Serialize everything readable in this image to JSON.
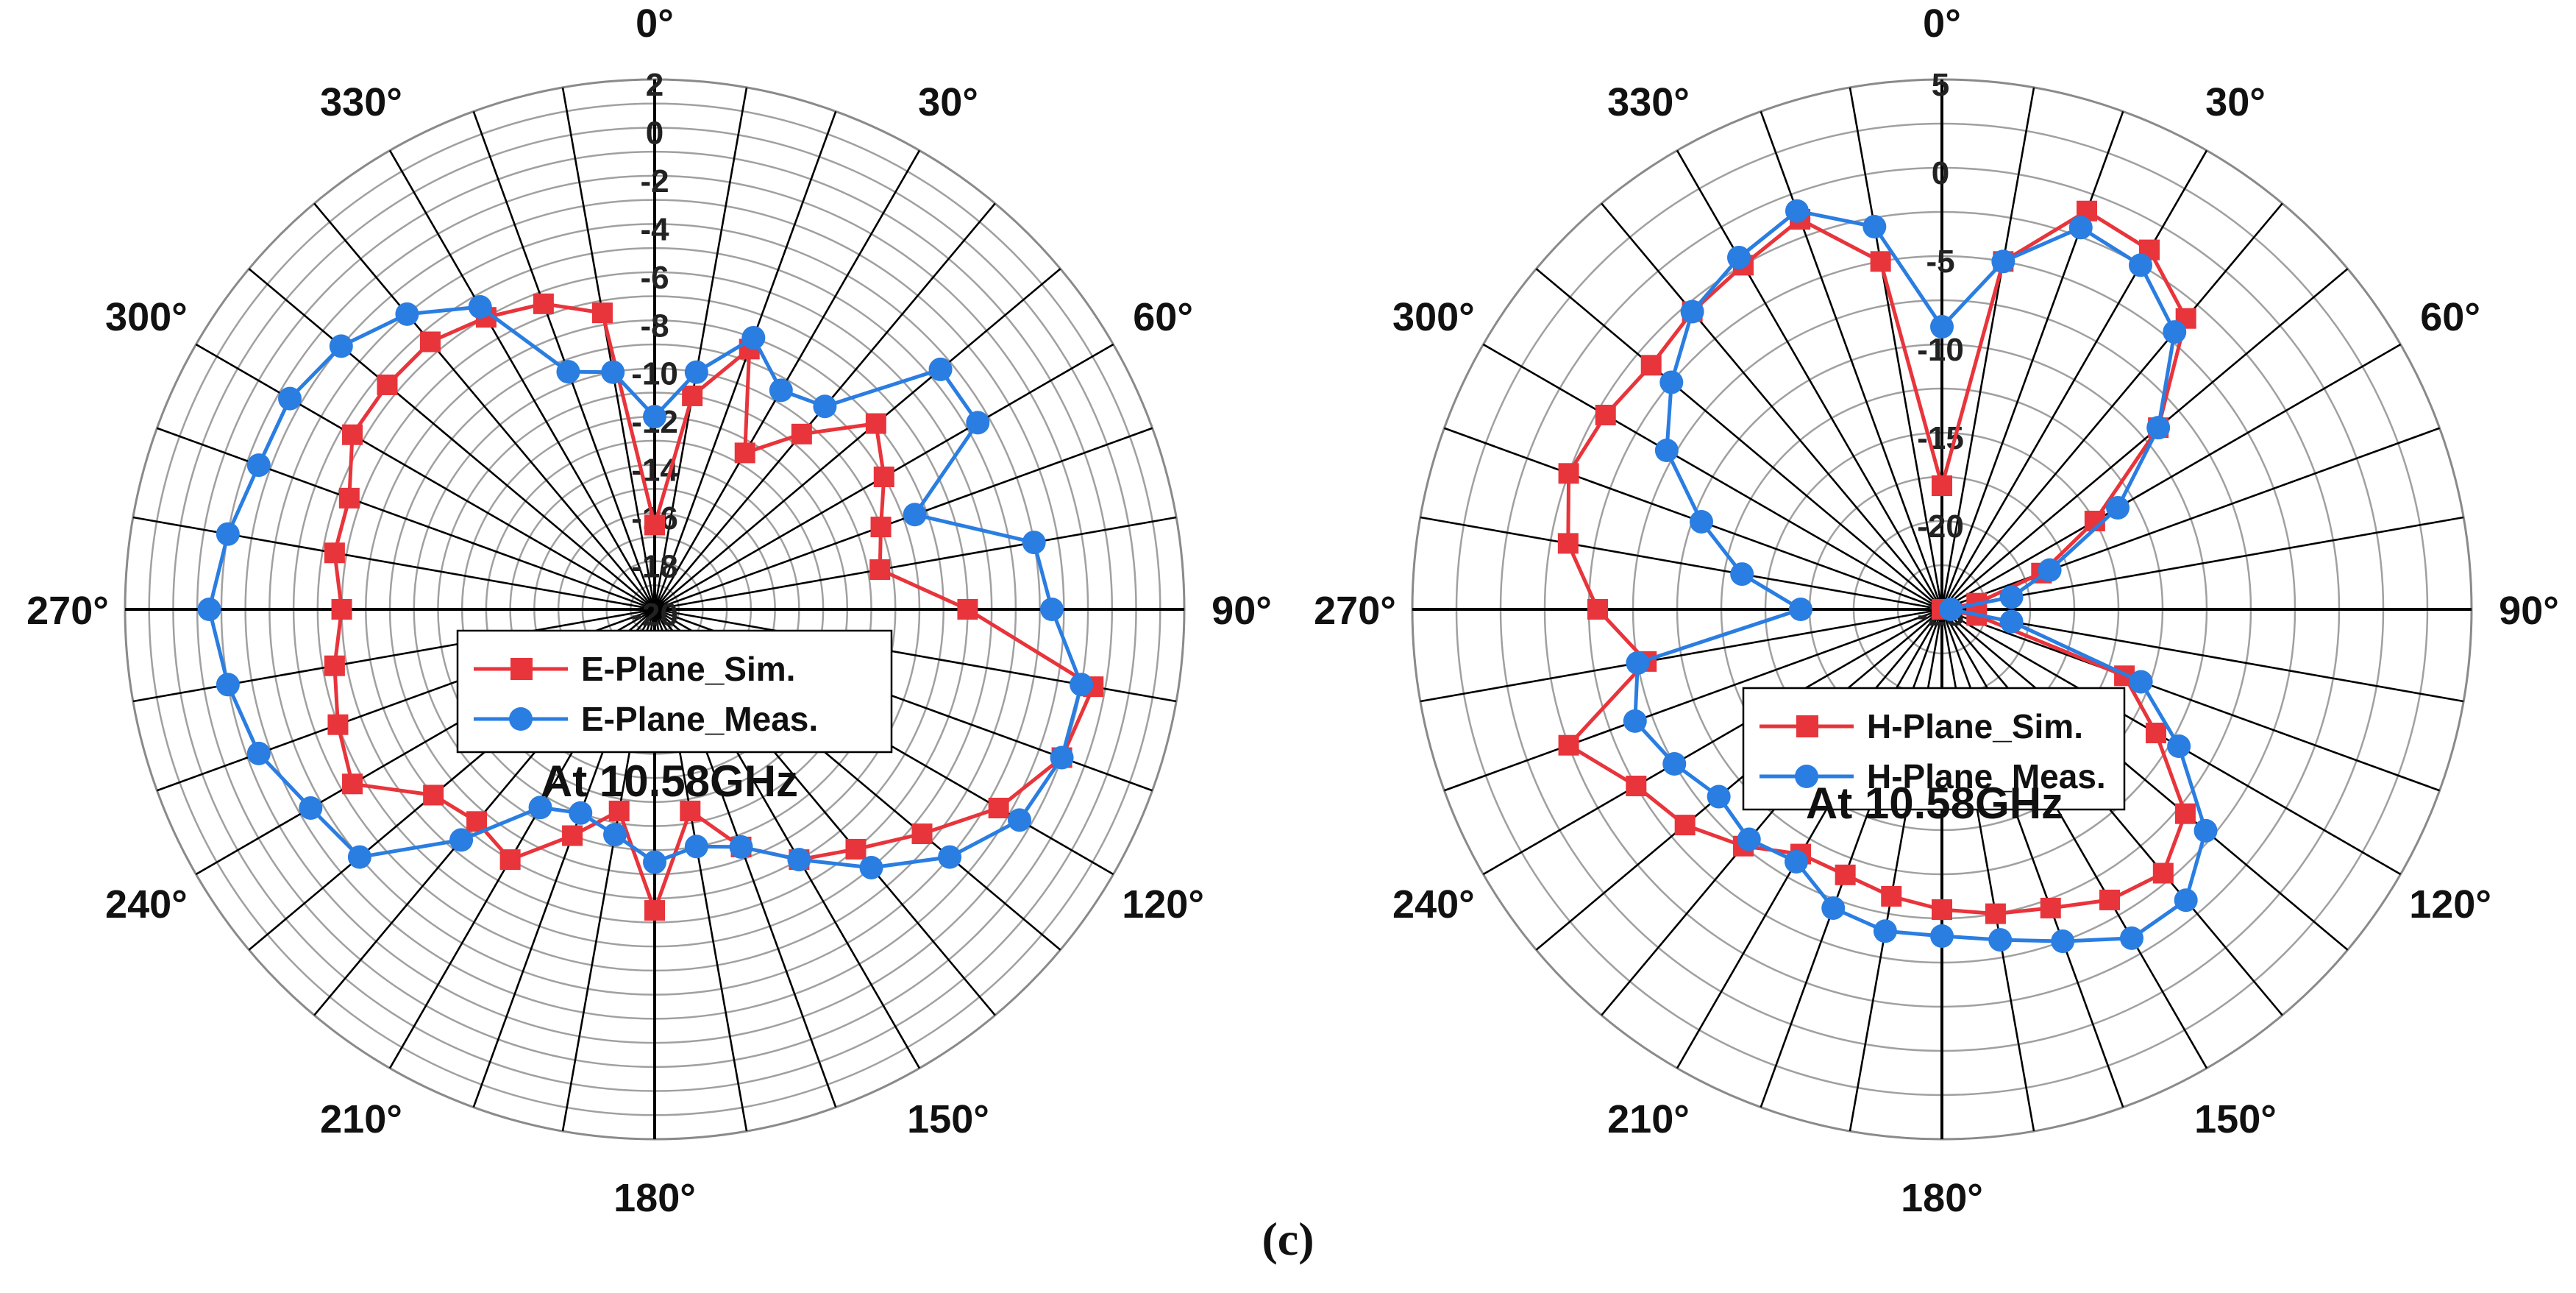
{
  "caption": "(c)",
  "chart_data": [
    {
      "type": "polar-line",
      "angle_unit": "deg",
      "angle_labels": [
        "0°",
        "30°",
        "60°",
        "90°",
        "120°",
        "150°",
        "180°",
        "210°",
        "240°",
        "270°",
        "300°",
        "330°"
      ],
      "radial_range": [
        -20,
        2
      ],
      "radial_ticks": [
        2,
        0,
        -2,
        -4,
        -6,
        -8,
        -10,
        -12,
        -14,
        -16,
        -18,
        -20
      ],
      "radial_tick_labels": [
        "2",
        "0",
        "-2",
        "-4",
        "-6",
        "-8",
        "-10",
        "-12",
        "-14",
        "-16",
        "-18",
        "-20"
      ],
      "annotation": "At 10.58GHz",
      "legend_position": "center",
      "series": [
        {
          "name": "E-Plane_Sim.",
          "color": "#e8343b",
          "marker": "square",
          "angles": [
            0,
            10,
            20,
            30,
            40,
            50,
            60,
            70,
            80,
            90,
            100,
            110,
            120,
            130,
            140,
            150,
            160,
            170,
            180,
            190,
            200,
            210,
            220,
            230,
            240,
            250,
            260,
            270,
            280,
            290,
            300,
            310,
            320,
            330,
            340,
            350
          ],
          "values": [
            -16.5,
            -11.0,
            -8.5,
            -12.5,
            -10.5,
            -8.0,
            -9.0,
            -10.0,
            -10.5,
            -7.0,
            -1.5,
            -2.0,
            -3.5,
            -5.5,
            -7.0,
            -8.0,
            -9.5,
            -11.5,
            -7.5,
            -11.5,
            -10.0,
            -8.0,
            -8.5,
            -8.0,
            -5.5,
            -6.0,
            -6.5,
            -7.0,
            -6.5,
            -6.5,
            -5.5,
            -5.5,
            -5.5,
            -6.0,
            -6.5,
            -7.5
          ]
        },
        {
          "name": "E-Plane_Meas.",
          "color": "#2a7de1",
          "marker": "circle",
          "angles": [
            0,
            10,
            20,
            30,
            40,
            50,
            60,
            70,
            80,
            90,
            100,
            110,
            120,
            130,
            140,
            150,
            160,
            170,
            180,
            190,
            200,
            210,
            220,
            230,
            240,
            250,
            260,
            270,
            280,
            290,
            300,
            310,
            320,
            330,
            340,
            350
          ],
          "values": [
            -12.0,
            -10.0,
            -8.0,
            -9.5,
            -9.0,
            -4.5,
            -4.5,
            -8.5,
            -4.0,
            -3.5,
            -2.0,
            -2.0,
            -2.5,
            -4.0,
            -6.0,
            -8.0,
            -9.5,
            -10.0,
            -9.5,
            -10.5,
            -11.0,
            -10.5,
            -7.5,
            -4.0,
            -3.5,
            -2.5,
            -2.0,
            -1.5,
            -2.0,
            -2.5,
            -2.5,
            -3.0,
            -4.0,
            -5.5,
            -9.5,
            -10.0
          ]
        }
      ]
    },
    {
      "type": "polar-line",
      "angle_unit": "deg",
      "angle_labels": [
        "0°",
        "30°",
        "60°",
        "90°",
        "120°",
        "150°",
        "180°",
        "210°",
        "240°",
        "270°",
        "300°",
        "330°"
      ],
      "radial_range": [
        -25,
        5
      ],
      "radial_ticks": [
        5,
        0,
        -5,
        -10,
        -15,
        -20,
        -25
      ],
      "radial_tick_labels": [
        "5",
        "0",
        "-5",
        "-10",
        "-15",
        "-20",
        "-25"
      ],
      "annotation": "At 10.58GHz",
      "legend_position": "center",
      "series": [
        {
          "name": "H-Plane_Sim.",
          "color": "#e8343b",
          "marker": "square",
          "angles": [
            0,
            10,
            20,
            30,
            40,
            50,
            60,
            70,
            80,
            90,
            100,
            110,
            120,
            130,
            140,
            150,
            160,
            170,
            180,
            190,
            200,
            210,
            220,
            230,
            240,
            250,
            260,
            270,
            280,
            290,
            300,
            310,
            320,
            330,
            340,
            350
          ],
          "values": [
            -18.0,
            -5.0,
            -1.0,
            -1.5,
            -3.5,
            -9.0,
            -15.0,
            -19.0,
            -23.0,
            -25.0,
            -23.0,
            -14.0,
            -11.0,
            -7.0,
            -5.5,
            -6.0,
            -7.0,
            -7.5,
            -8.0,
            -8.5,
            -9.0,
            -9.0,
            -7.5,
            -6.0,
            -5.0,
            -2.5,
            -8.0,
            -5.5,
            -3.5,
            -2.5,
            -3.0,
            -3.5,
            -3.0,
            -2.5,
            -1.5,
            -5.0
          ]
        },
        {
          "name": "H-Plane_Meas.",
          "color": "#2a7de1",
          "marker": "circle",
          "angles": [
            0,
            10,
            20,
            30,
            40,
            50,
            60,
            70,
            80,
            90,
            100,
            110,
            120,
            130,
            140,
            150,
            160,
            170,
            180,
            190,
            200,
            210,
            220,
            230,
            240,
            250,
            260,
            270,
            280,
            290,
            300,
            310,
            320,
            330,
            340,
            350
          ],
          "values": [
            -9.0,
            -5.0,
            -2.0,
            -2.5,
            -4.5,
            -9.0,
            -13.5,
            -18.5,
            -21.0,
            -24.5,
            -21.0,
            -13.0,
            -9.5,
            -5.5,
            -3.5,
            -3.5,
            -5.0,
            -6.0,
            -6.5,
            -6.5,
            -7.0,
            -8.5,
            -8.0,
            -8.5,
            -7.5,
            -6.5,
            -7.5,
            -17.0,
            -13.5,
            -10.5,
            -7.0,
            -5.0,
            -3.0,
            -2.0,
            -1.0,
            -3.0
          ]
        }
      ]
    }
  ]
}
